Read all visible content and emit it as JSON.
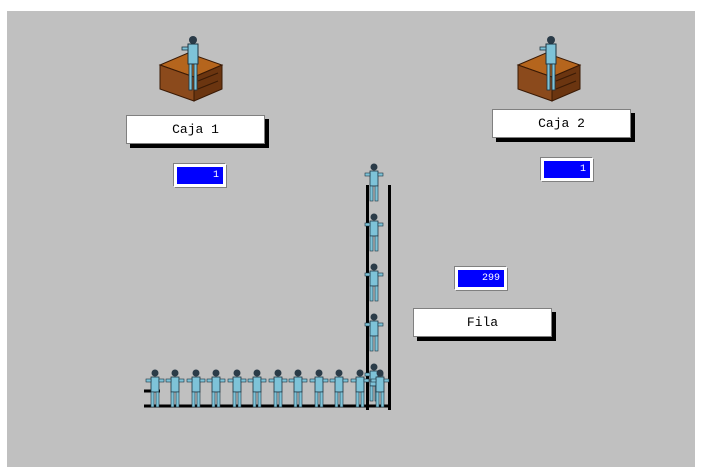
{
  "window": {
    "background": "#c0c0c0"
  },
  "stations": [
    {
      "label": "Caja 1",
      "count": "1"
    },
    {
      "label": "Caja 2",
      "count": "1"
    }
  ],
  "queue": {
    "label": "Fila",
    "count": "299",
    "visible_people": 17
  },
  "icons": {
    "desk": "desk-with-clerk-icon",
    "person": "standing-person-icon"
  },
  "colors": {
    "counter_bg": "#0000ff",
    "counter_text": "#ffffff",
    "desk_brown": "#8b4a1c",
    "person_blue": "#7ec3d8"
  }
}
